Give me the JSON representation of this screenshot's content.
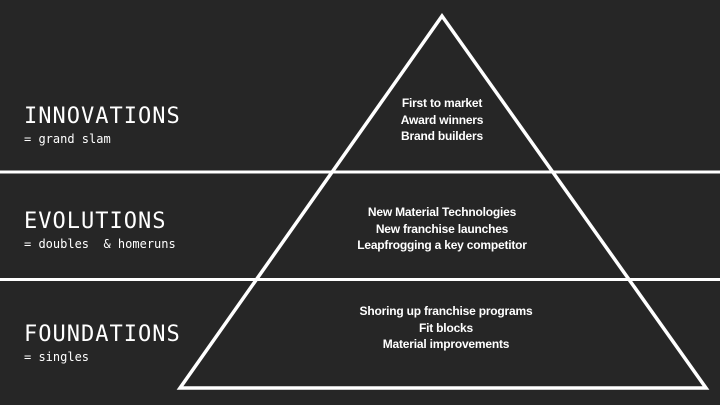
{
  "tiers": [
    {
      "title": "INNOVATIONS",
      "subtitle": "= grand slam",
      "items": [
        "First to market",
        "Award winners",
        "Brand builders"
      ]
    },
    {
      "title": "EVOLUTIONS",
      "subtitle": "= doubles  & homeruns",
      "items": [
        "New Material Technologies",
        "New franchise launches",
        "Leapfrogging a key competitor"
      ]
    },
    {
      "title": "FOUNDATIONS",
      "subtitle": "= singles",
      "items": [
        "Shoring up franchise programs",
        "Fit blocks",
        "Material improvements"
      ]
    }
  ],
  "colors": {
    "background": "#262626",
    "foreground": "#ffffff"
  }
}
